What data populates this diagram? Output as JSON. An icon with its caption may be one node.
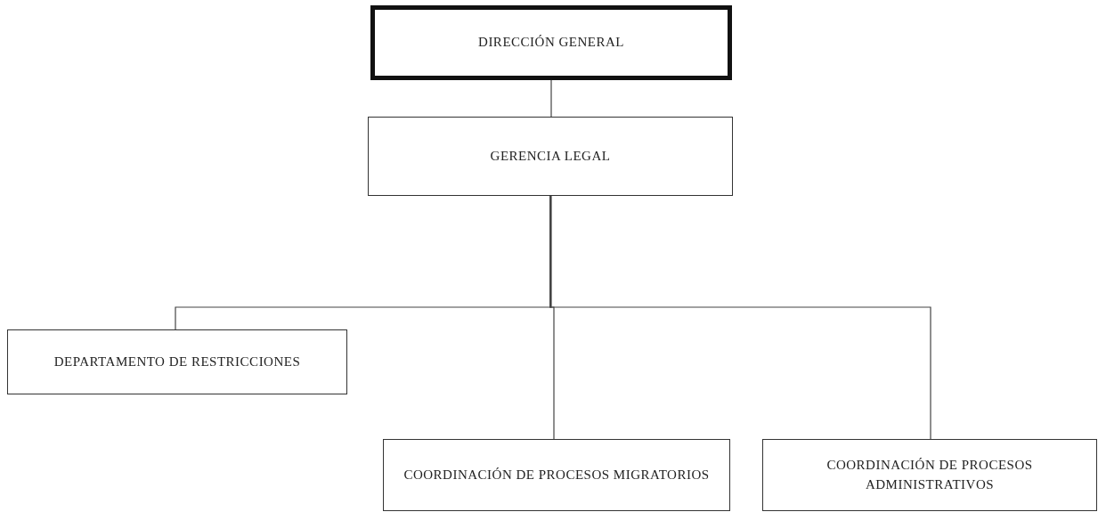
{
  "diagram": {
    "nodes": [
      {
        "text": [
          "DIRECCIÓN GENERAL"
        ]
      },
      {
        "text": [
          "GERENCIA LEGAL"
        ]
      },
      {
        "text": [
          "DEPARTAMENTO DE RESTRICCIONES"
        ]
      },
      {
        "text": [
          "COORDINACIÓN DE PROCESOS MIGRATORIOS"
        ]
      },
      {
        "text": [
          "COORDINACIÓN DE PROCESOS ADMINISTRATIVOS"
        ]
      }
    ],
    "edges": [
      {
        "from": 0,
        "to": 1,
        "arrow": "none"
      },
      {
        "from": 1,
        "to": 2,
        "arrow": "none"
      },
      {
        "from": 1,
        "to": 3,
        "arrow": "none"
      },
      {
        "from": 1,
        "to": 4,
        "arrow": "none"
      }
    ]
  }
}
